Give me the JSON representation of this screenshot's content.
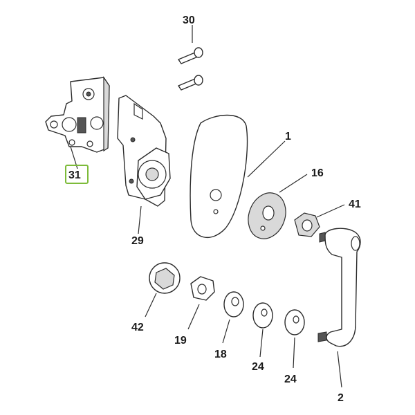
{
  "diagram": {
    "highlight_color": "#7dbb3a",
    "callouts": [
      {
        "id": "c30",
        "label": "30"
      },
      {
        "id": "c31",
        "label": "31",
        "highlighted": true
      },
      {
        "id": "c29",
        "label": "29"
      },
      {
        "id": "c1",
        "label": "1"
      },
      {
        "id": "c16",
        "label": "16"
      },
      {
        "id": "c41",
        "label": "41"
      },
      {
        "id": "c42",
        "label": "42"
      },
      {
        "id": "c19",
        "label": "19"
      },
      {
        "id": "c18",
        "label": "18"
      },
      {
        "id": "c24a",
        "label": "24"
      },
      {
        "id": "c24b",
        "label": "24"
      },
      {
        "id": "c2",
        "label": "2"
      }
    ]
  }
}
